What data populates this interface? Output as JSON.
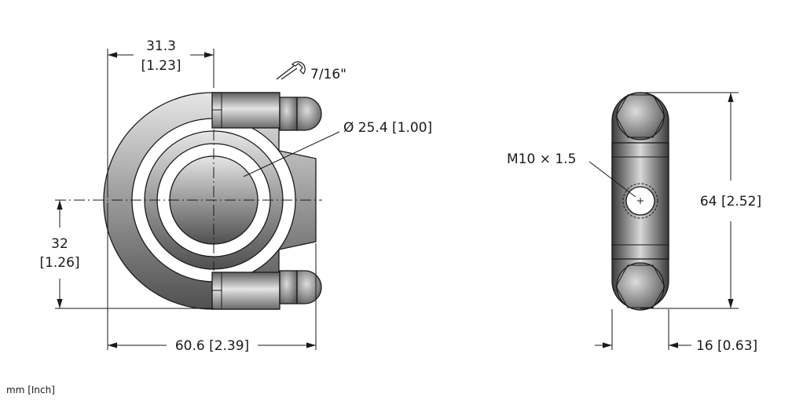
{
  "dimensions": {
    "top_width_mm": "31.3",
    "top_width_in": "[1.23]",
    "wrench_size": "7/16\"",
    "bore_diameter": "Ø 25.4 [1.00]",
    "height_mm": "32",
    "height_in": "[1.26]",
    "overall_length": "60.6 [2.39]",
    "thread": "M10 × 1.5",
    "side_height": "64 [2.52]",
    "side_width": "16 [0.63]"
  },
  "units_note": "mm [Inch]"
}
